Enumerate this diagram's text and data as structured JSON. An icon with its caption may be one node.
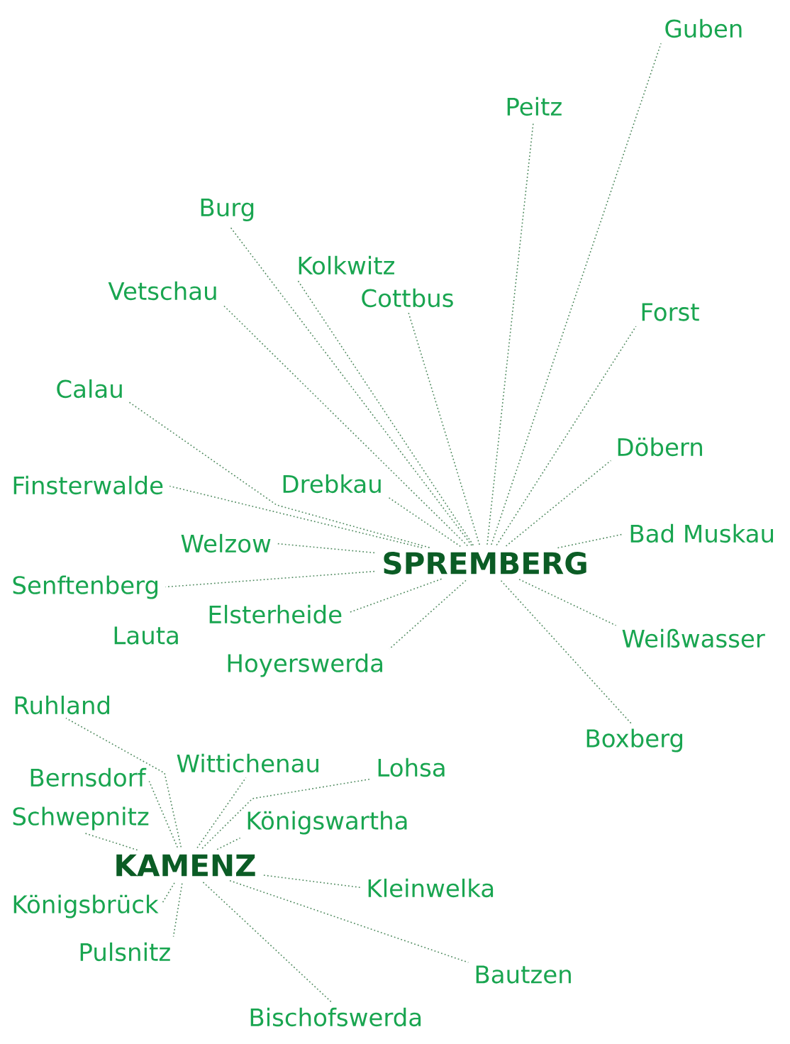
{
  "diagram": {
    "nodes": [
      {
        "text": [
          "SPREMBERG"
        ]
      },
      {
        "text": [
          "Guben"
        ]
      },
      {
        "text": [
          "Peitz"
        ]
      },
      {
        "text": [
          "Burg"
        ]
      },
      {
        "text": [
          "Kolkwitz"
        ]
      },
      {
        "text": [
          "Cottbus"
        ]
      },
      {
        "text": [
          "Vetschau"
        ]
      },
      {
        "text": [
          "Forst"
        ]
      },
      {
        "text": [
          "Calau"
        ]
      },
      {
        "text": [
          "Döbern"
        ]
      },
      {
        "text": [
          "Finsterwalde"
        ]
      },
      {
        "text": [
          "Drebkau"
        ]
      },
      {
        "text": [
          "Bad Muskau"
        ]
      },
      {
        "text": [
          "Welzow"
        ]
      },
      {
        "text": [
          "Senftenberg"
        ]
      },
      {
        "text": [
          "Elsterheide"
        ]
      },
      {
        "text": [
          "Weißwasser"
        ]
      },
      {
        "text": [
          "Hoyerswerda"
        ]
      },
      {
        "text": [
          "Boxberg"
        ]
      },
      {
        "text": [
          "KAMENZ"
        ]
      },
      {
        "text": [
          "Ruhland"
        ]
      },
      {
        "text": [
          "Bernsdorf"
        ]
      },
      {
        "text": [
          "Wittichenau"
        ]
      },
      {
        "text": [
          "Lohsa"
        ]
      },
      {
        "text": [
          "Schwepnitz"
        ]
      },
      {
        "text": [
          "Königswartha"
        ]
      },
      {
        "text": [
          "Kleinwelka"
        ]
      },
      {
        "text": [
          "Königsbrück"
        ]
      },
      {
        "text": [
          "Pulsnitz"
        ]
      },
      {
        "text": [
          "Bautzen"
        ]
      },
      {
        "text": [
          "Bischofswerda"
        ]
      }
    ],
    "edges": [
      {
        "from": 0,
        "to": 1,
        "arrow": "none"
      },
      {
        "from": 0,
        "to": 2,
        "arrow": "none"
      },
      {
        "from": 0,
        "to": 3,
        "arrow": "none"
      },
      {
        "from": 0,
        "to": 4,
        "arrow": "none"
      },
      {
        "from": 0,
        "to": 5,
        "arrow": "none"
      },
      {
        "from": 0,
        "to": 6,
        "arrow": "none"
      },
      {
        "from": 0,
        "to": 7,
        "arrow": "none"
      },
      {
        "from": 0,
        "to": 8,
        "arrow": "none"
      },
      {
        "from": 0,
        "to": 9,
        "arrow": "none"
      },
      {
        "from": 0,
        "to": 10,
        "arrow": "none"
      },
      {
        "from": 0,
        "to": 11,
        "arrow": "none"
      },
      {
        "from": 0,
        "to": 12,
        "arrow": "none"
      },
      {
        "from": 0,
        "to": 13,
        "arrow": "none"
      },
      {
        "from": 0,
        "to": 14,
        "arrow": "none"
      },
      {
        "from": 0,
        "to": 15,
        "arrow": "none"
      },
      {
        "from": 0,
        "to": 16,
        "arrow": "none"
      },
      {
        "from": 0,
        "to": 17,
        "arrow": "none"
      },
      {
        "from": 0,
        "to": 18,
        "arrow": "none"
      },
      {
        "from": 19,
        "to": 20,
        "arrow": "none"
      },
      {
        "from": 19,
        "to": 21,
        "arrow": "none"
      },
      {
        "from": 19,
        "to": 22,
        "arrow": "none"
      },
      {
        "from": 19,
        "to": 23,
        "arrow": "none"
      },
      {
        "from": 19,
        "to": 24,
        "arrow": "none"
      },
      {
        "from": 19,
        "to": 25,
        "arrow": "none"
      },
      {
        "from": 19,
        "to": 26,
        "arrow": "none"
      },
      {
        "from": 19,
        "to": 27,
        "arrow": "none"
      },
      {
        "from": 19,
        "to": 28,
        "arrow": "none"
      },
      {
        "from": 19,
        "to": 29,
        "arrow": "none"
      },
      {
        "from": 19,
        "to": 30,
        "arrow": "none"
      }
    ],
    "labels": [
      "Lauta"
    ]
  }
}
